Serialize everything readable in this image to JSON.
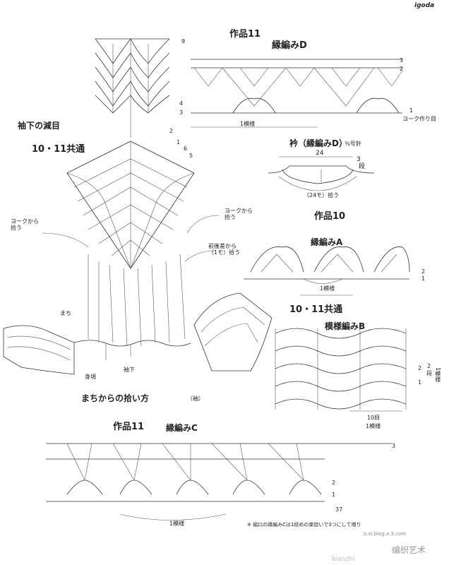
{
  "brand": {
    "logo_text": "igoda"
  },
  "watermark": {
    "url": "bianzhi",
    "blog": "o.xi.blog.x.3.com",
    "account": "编织艺术"
  },
  "titles": {
    "work11_top": "作品11",
    "edge_d_top": "縁編みD",
    "sleeve_decrease": "袖下の減目",
    "common_1011_left": "10・11共通",
    "collar": "衿（縁編みD）",
    "collar_needle": "⅜号針",
    "work10": "作品10",
    "edge_a": "縁編みA",
    "common_1011_right": "10・11共通",
    "pattern_b": "模様編みB",
    "gusset_pickup": "まちからの拾い方",
    "gusset_pickup_note": "（袖）",
    "work11_bottom": "作品11",
    "edge_c": "縁編みC"
  },
  "labels": {
    "one_repeat": "1模様",
    "yoke_start": "ヨーク作り目",
    "collar_width": "24",
    "collar_rows_num": "3",
    "collar_rows_unit": "段",
    "collar_pick": "（24モ）拾う",
    "yoke_pick_left": "ヨークから\n拾う",
    "yoke_pick_right": "ヨークから\n拾う",
    "front_back_diff": "前後差から\n（1モ）拾う",
    "gusset": "まち",
    "body_edge": "身頃",
    "under_sleeve": "袖下",
    "pattern_b_rows_num": "2",
    "pattern_b_rows_unit": "段",
    "pattern_b_one_repeat": "1模様",
    "ten_rows": "10目",
    "one_repeat_b": "1模様",
    "edge_c_note": "※ 袖口の縁編みCは1段めの束拾いで3つにして増り",
    "row_nums": [
      "9",
      "4",
      "3",
      "2",
      "1",
      "6",
      "5",
      "3",
      "2",
      "1",
      "2",
      "1",
      "2",
      "1",
      "3",
      "2",
      "1",
      "37"
    ]
  },
  "arrows": [
    "←",
    "→"
  ]
}
